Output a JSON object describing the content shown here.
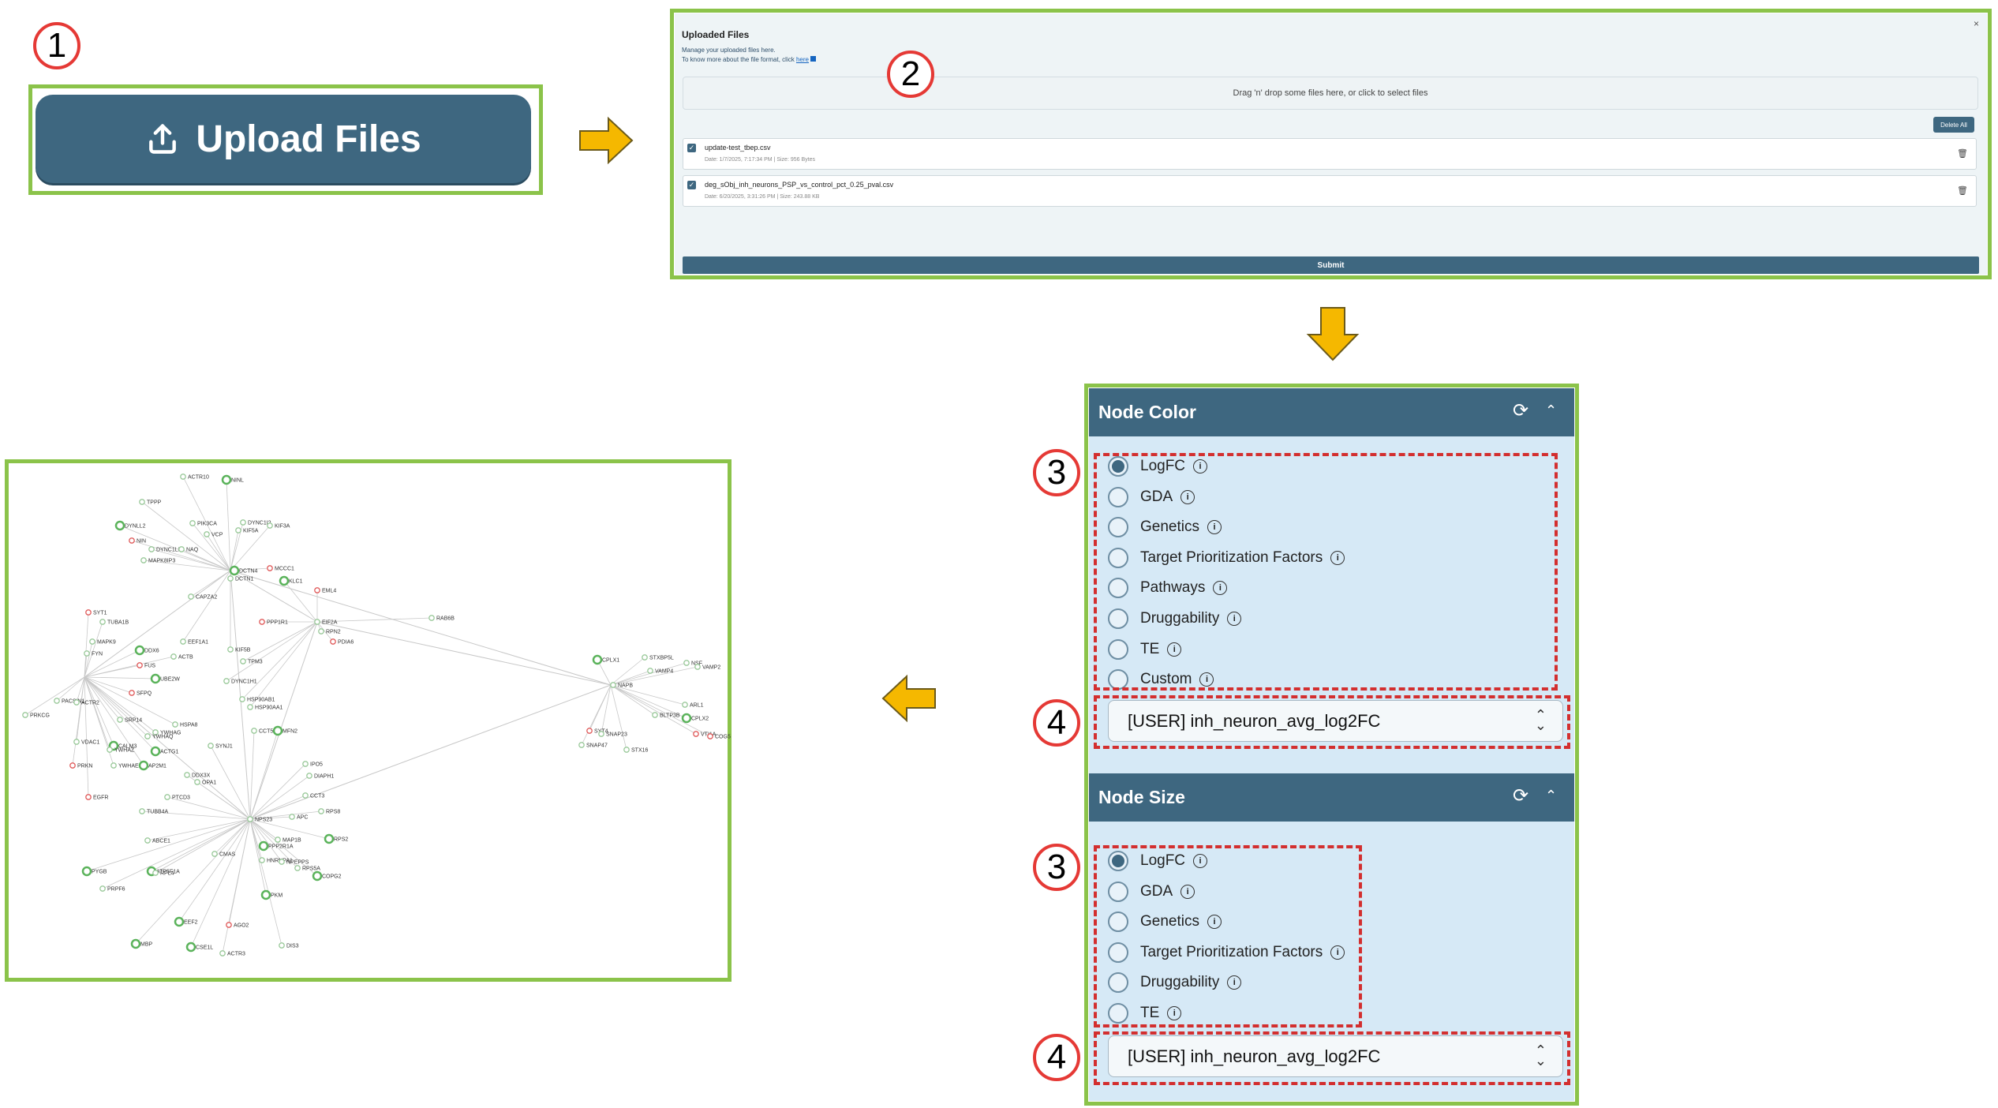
{
  "steps": [
    "1",
    "2",
    "3",
    "4"
  ],
  "upload_button": {
    "label": "Upload Files",
    "icon": "upload-icon"
  },
  "upload_panel": {
    "title": "Uploaded Files",
    "subtitle": "Manage your uploaded files here.",
    "format_text": "To know more about the file format, click",
    "format_link": "here",
    "close": "×",
    "dropzone": "Drag 'n' drop some files here, or click to select files",
    "delete_all": "Delete All",
    "files": [
      {
        "name": "update-test_tbep.csv",
        "meta": "Date: 1/7/2025, 7:17:34 PM | Size: 956 Bytes"
      },
      {
        "name": "deg_sObj_inh_neurons_PSP_vs_control_pct_0.25_pval.csv",
        "meta": "Date: 6/20/2025, 3:31:26 PM | Size: 243.88 KB"
      }
    ],
    "submit": "Submit"
  },
  "node_color": {
    "title": "Node Color",
    "options": [
      "LogFC",
      "GDA",
      "Genetics",
      "Target Prioritization Factors",
      "Pathways",
      "Druggability",
      "TE",
      "Custom"
    ],
    "selected": "LogFC",
    "select_value": "[USER] inh_neuron_avg_log2FC"
  },
  "node_size": {
    "title": "Node Size",
    "options": [
      "LogFC",
      "GDA",
      "Genetics",
      "Target Prioritization Factors",
      "Druggability",
      "TE"
    ],
    "selected": "LogFC",
    "select_value": "[USER] inh_neuron_avg_log2FC"
  },
  "colors": {
    "frame": "#8bc34a",
    "accent": "#3e6780",
    "arrow": "#f5b800",
    "dash": "#d32f2f",
    "node_up": "#5bb35b",
    "node_down": "#e05a5a"
  },
  "network": {
    "hubs": [
      "DCTN4",
      "NPS23",
      "NAPB",
      "ACTR2",
      "EIF2A"
    ],
    "nodes": [
      {
        "label": "NINL",
        "type": "up"
      },
      {
        "label": "ACTR10",
        "type": "none"
      },
      {
        "label": "TPPP",
        "type": "none"
      },
      {
        "label": "PIK3CA",
        "type": "none"
      },
      {
        "label": "DYNC1I2",
        "type": "none"
      },
      {
        "label": "KIF3A",
        "type": "none"
      },
      {
        "label": "DYNLL2",
        "type": "up"
      },
      {
        "label": "VCP",
        "type": "none"
      },
      {
        "label": "KIF5A",
        "type": "none"
      },
      {
        "label": "NIN",
        "type": "down"
      },
      {
        "label": "DYNC1LI1",
        "type": "none"
      },
      {
        "label": "NAQ",
        "type": "none"
      },
      {
        "label": "MAPK8IP3",
        "type": "none"
      },
      {
        "label": "DCTN4",
        "type": "up"
      },
      {
        "label": "DCTN1",
        "type": "none"
      },
      {
        "label": "MCCC1",
        "type": "down"
      },
      {
        "label": "KLC1",
        "type": "up"
      },
      {
        "label": "CAPZA2",
        "type": "none"
      },
      {
        "label": "EML4",
        "type": "down"
      },
      {
        "label": "SYT1",
        "type": "down"
      },
      {
        "label": "TUBA1B",
        "type": "none"
      },
      {
        "label": "PPP1R1",
        "type": "down"
      },
      {
        "label": "EIF2A",
        "type": "none"
      },
      {
        "label": "RAB6B",
        "type": "none"
      },
      {
        "label": "RPN2",
        "type": "none"
      },
      {
        "label": "PDIA6",
        "type": "down"
      },
      {
        "label": "MAPK9",
        "type": "none"
      },
      {
        "label": "EEF1A1",
        "type": "none"
      },
      {
        "label": "DDX6",
        "type": "up"
      },
      {
        "label": "KIF5B",
        "type": "none"
      },
      {
        "label": "FYN",
        "type": "none"
      },
      {
        "label": "ACTB",
        "type": "none"
      },
      {
        "label": "FUS",
        "type": "down"
      },
      {
        "label": "TPM3",
        "type": "none"
      },
      {
        "label": "CPLX1",
        "type": "up"
      },
      {
        "label": "STXBP5L",
        "type": "none"
      },
      {
        "label": "VAMP4",
        "type": "none"
      },
      {
        "label": "NSF",
        "type": "none"
      },
      {
        "label": "VAMP2",
        "type": "none"
      },
      {
        "label": "UBE2W",
        "type": "up"
      },
      {
        "label": "DYNC1H1",
        "type": "none"
      },
      {
        "label": "NAPB",
        "type": "none"
      },
      {
        "label": "SFPQ",
        "type": "down"
      },
      {
        "label": "HSP90AB1",
        "type": "none"
      },
      {
        "label": "PACSIN1",
        "type": "none"
      },
      {
        "label": "ACTR2",
        "type": "none"
      },
      {
        "label": "HSP90AA1",
        "type": "none"
      },
      {
        "label": "ARL1",
        "type": "none"
      },
      {
        "label": "PRKCG",
        "type": "none"
      },
      {
        "label": "SRP14",
        "type": "none"
      },
      {
        "label": "HSPA8",
        "type": "none"
      },
      {
        "label": "YWHAG",
        "type": "none"
      },
      {
        "label": "CCT5",
        "type": "none"
      },
      {
        "label": "MFN2",
        "type": "up"
      },
      {
        "label": "BLTP3B",
        "type": "none"
      },
      {
        "label": "CPLX2",
        "type": "up"
      },
      {
        "label": "YWHAQ",
        "type": "none"
      },
      {
        "label": "SYT4",
        "type": "down"
      },
      {
        "label": "SNAP23",
        "type": "none"
      },
      {
        "label": "VTI1A",
        "type": "down"
      },
      {
        "label": "COG5",
        "type": "down"
      },
      {
        "label": "VDAC1",
        "type": "none"
      },
      {
        "label": "CALM3",
        "type": "up"
      },
      {
        "label": "SYNJ1",
        "type": "none"
      },
      {
        "label": "SNAP47",
        "type": "none"
      },
      {
        "label": "STX16",
        "type": "none"
      },
      {
        "label": "YWHAZ",
        "type": "none"
      },
      {
        "label": "ACTG1",
        "type": "up"
      },
      {
        "label": "PRKN",
        "type": "down"
      },
      {
        "label": "YWHAE",
        "type": "none"
      },
      {
        "label": "AP2M1",
        "type": "up"
      },
      {
        "label": "IPO5",
        "type": "none"
      },
      {
        "label": "DDX3X",
        "type": "none"
      },
      {
        "label": "OPA1",
        "type": "none"
      },
      {
        "label": "DIAPH1",
        "type": "none"
      },
      {
        "label": "EGFR",
        "type": "down"
      },
      {
        "label": "PTCD3",
        "type": "none"
      },
      {
        "label": "CCT3",
        "type": "none"
      },
      {
        "label": "TUBB4A",
        "type": "none"
      },
      {
        "label": "NPS23",
        "type": "none"
      },
      {
        "label": "RPS8",
        "type": "none"
      },
      {
        "label": "APC",
        "type": "none"
      },
      {
        "label": "ABCE1",
        "type": "none"
      },
      {
        "label": "MAP1B",
        "type": "none"
      },
      {
        "label": "RPS2",
        "type": "up"
      },
      {
        "label": "PPP2R1A",
        "type": "up"
      },
      {
        "label": "CMAS",
        "type": "none"
      },
      {
        "label": "PYGB",
        "type": "up"
      },
      {
        "label": "ATP5F1A",
        "type": "up"
      },
      {
        "label": "RPL4",
        "type": "none"
      },
      {
        "label": "HNRNPA1",
        "type": "none"
      },
      {
        "label": "NPEPPS",
        "type": "none"
      },
      {
        "label": "RPS5A",
        "type": "none"
      },
      {
        "label": "COPG2",
        "type": "up"
      },
      {
        "label": "PRPF6",
        "type": "none"
      },
      {
        "label": "PKM",
        "type": "up"
      },
      {
        "label": "EEF2",
        "type": "up"
      },
      {
        "label": "AGO2",
        "type": "down"
      },
      {
        "label": "MBP",
        "type": "up"
      },
      {
        "label": "CSE1L",
        "type": "up"
      },
      {
        "label": "DIS3",
        "type": "none"
      },
      {
        "label": "ACTR3",
        "type": "none"
      }
    ]
  }
}
